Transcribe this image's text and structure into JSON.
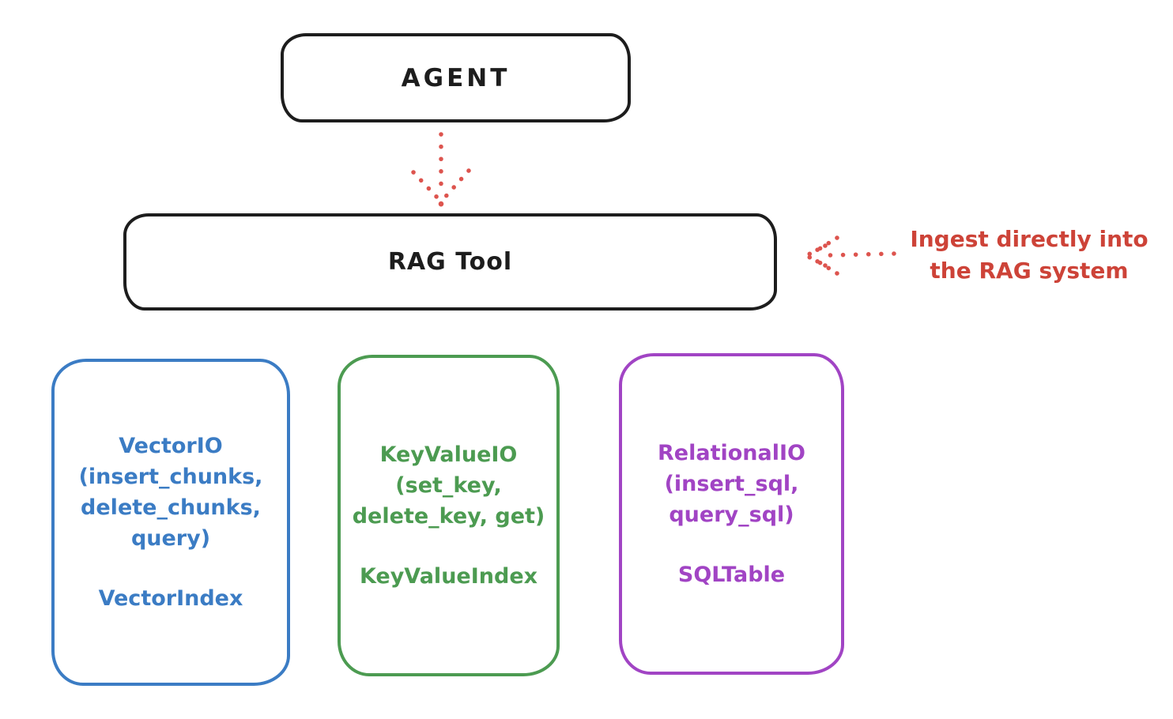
{
  "canvas": {
    "background": "#ffffff"
  },
  "nodes": {
    "agent": {
      "label": "AGENT",
      "stroke": "#1d1d1d"
    },
    "rag_tool": {
      "label": "RAG Tool",
      "stroke": "#1d1d1d"
    }
  },
  "annotation": {
    "line1": "Ingest directly into",
    "line2": "the RAG system",
    "color": "#cd4338"
  },
  "arrows": {
    "agent_to_rag_tool": {
      "type": "dotted-down-arrow",
      "color": "#dd544e"
    },
    "annotation_to_rag_tool": {
      "type": "dotted-left-arrow",
      "color": "#dd544e"
    }
  },
  "backends": [
    {
      "id": "vector-io",
      "color": "#3b7cc4",
      "lines": [
        "VectorIO",
        "(insert_chunks,",
        "delete_chunks,",
        "query)"
      ],
      "index_label": "VectorIndex"
    },
    {
      "id": "key-value-io",
      "color": "#4c9b51",
      "lines": [
        "KeyValueIO",
        "(set_key,",
        "delete_key, get)"
      ],
      "index_label": "KeyValueIndex"
    },
    {
      "id": "relational-io",
      "color": "#a144c4",
      "lines": [
        "RelationalIO",
        "(insert_sql,",
        "query_sql)"
      ],
      "index_label": "SQLTable"
    }
  ]
}
